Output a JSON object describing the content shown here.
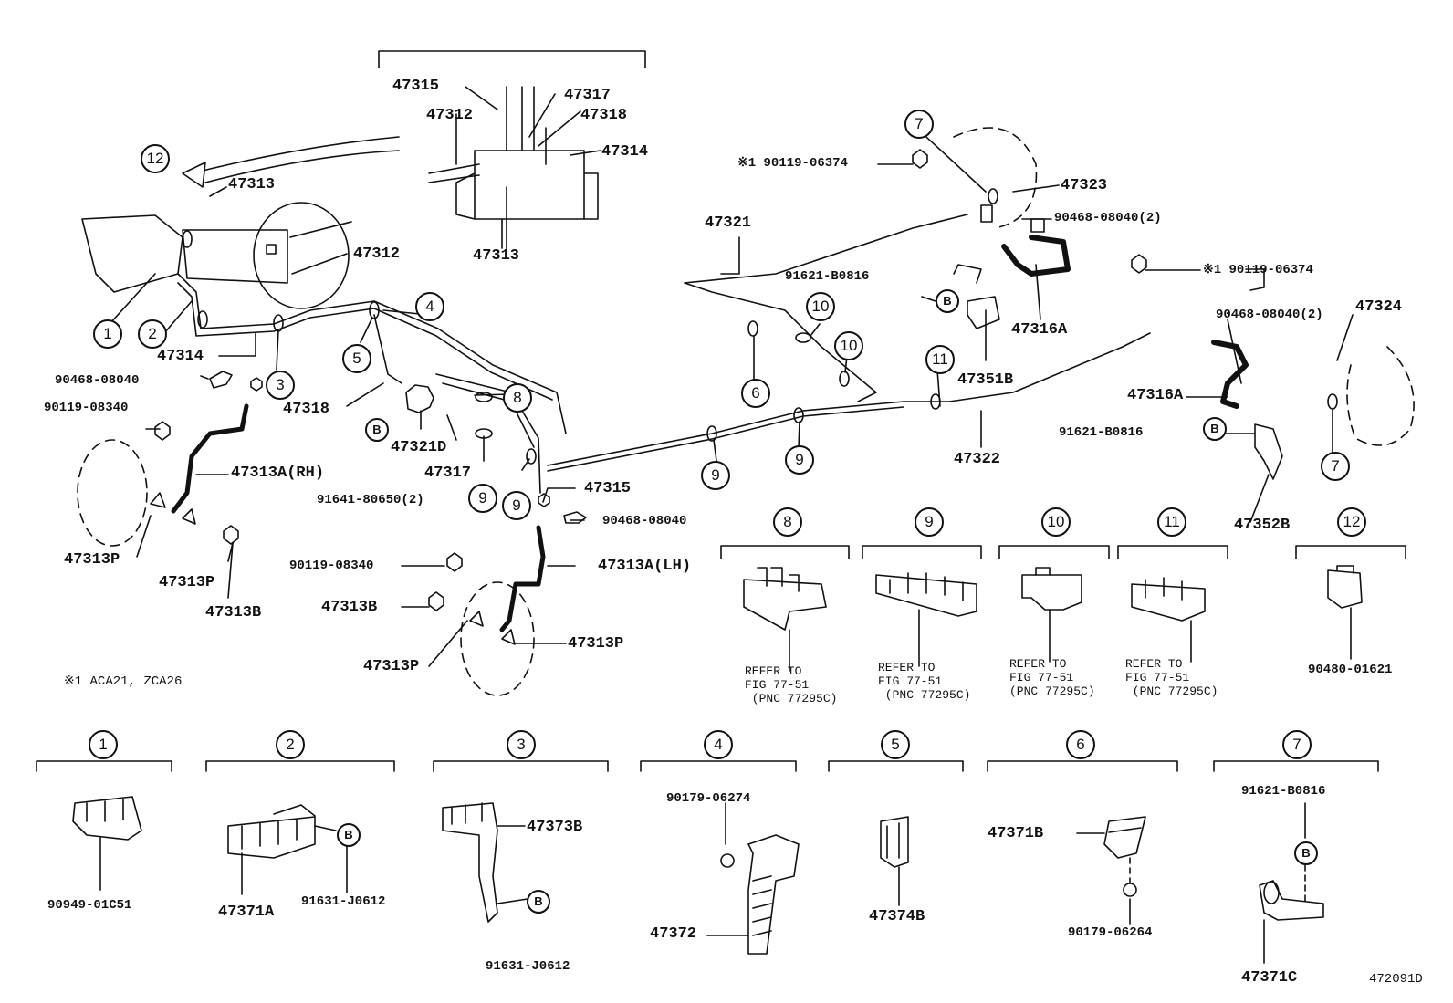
{
  "diagram_id": "472091D",
  "note": "※1 ACA21, ZCA26",
  "top_labels": {
    "p47315_top": "47315",
    "p47317_top": "47317",
    "p47312_top": "47312",
    "p47318_top": "47318",
    "p47314_top": "47314",
    "p47313_top": "47313",
    "p47313_mid": "47313",
    "p47312_mid": "47312",
    "p47314_left": "47314",
    "p90468_left": "90468-08040",
    "p90119_left": "90119-08340",
    "p47313A_rh": "47313A(RH)",
    "p47313P_a": "47313P",
    "p47313P_b": "47313P",
    "p47313B_a": "47313B",
    "p47318_low": "47318",
    "p47321D": "47321D",
    "p47317_low": "47317",
    "p91641": "91641-80650(2)",
    "p47315_low": "47315",
    "p90468_mid": "90468-08040",
    "p90119_mid": "90119-08340",
    "p47313A_lh": "47313A(LH)",
    "p47313B_b": "47313B",
    "p47313P_c": "47313P",
    "p47313P_d": "47313P",
    "p47321": "47321",
    "p91621_a": "91621-B0816",
    "p90119_06374_a": "※1 90119-06374",
    "p47323": "47323",
    "p90468_2_a": "90468-08040(2)",
    "p47316A_a": "47316A",
    "p47351B": "47351B",
    "p47322": "47322",
    "p90119_06374_b": "※1 90119-06374",
    "p90468_2_b": "90468-08040(2)",
    "p47324": "47324",
    "p47316A_b": "47316A",
    "p91621_b": "91621-B0816",
    "p47352B": "47352B"
  },
  "circles": {
    "c1": "1",
    "c2": "2",
    "c3": "3",
    "c4": "4",
    "c5": "5",
    "c6": "6",
    "c7a": "7",
    "c7b": "7",
    "c8": "8",
    "c9a": "9",
    "c9b": "9",
    "c9c": "9",
    "c9d": "9",
    "c10a": "10",
    "c10b": "10",
    "c11": "11",
    "c12": "12",
    "cBa": "B",
    "cBb": "B",
    "cBc": "B",
    "cBd": "B"
  },
  "clamp_sets_top": [
    {
      "num": "8",
      "refer": "REFER TO\nFIG 77-51\n (PNC 77295C)"
    },
    {
      "num": "9",
      "refer": "REFER TO\nFIG 77-51\n (PNC 77295C)"
    },
    {
      "num": "10",
      "refer": "REFER TO\nFIG 77-51\n(PNC 77295C)"
    },
    {
      "num": "11",
      "refer": "REFER TO\nFIG 77-51\n (PNC 77295C)"
    },
    {
      "num": "12",
      "part": "90480-01621"
    }
  ],
  "clamp_sets_bottom": [
    {
      "num": "1",
      "parts": [
        "90949-01C51"
      ]
    },
    {
      "num": "2",
      "parts": [
        "47371A",
        "91631-J0612"
      ]
    },
    {
      "num": "3",
      "parts": [
        "47373B",
        "91631-J0612"
      ]
    },
    {
      "num": "4",
      "parts": [
        "90179-06274",
        "47372"
      ]
    },
    {
      "num": "5",
      "parts": [
        "47374B"
      ]
    },
    {
      "num": "6",
      "parts": [
        "47371B",
        "90179-06264"
      ]
    },
    {
      "num": "7",
      "parts": [
        "91621-B0816",
        "47371C"
      ]
    }
  ],
  "b_symbol": "B"
}
